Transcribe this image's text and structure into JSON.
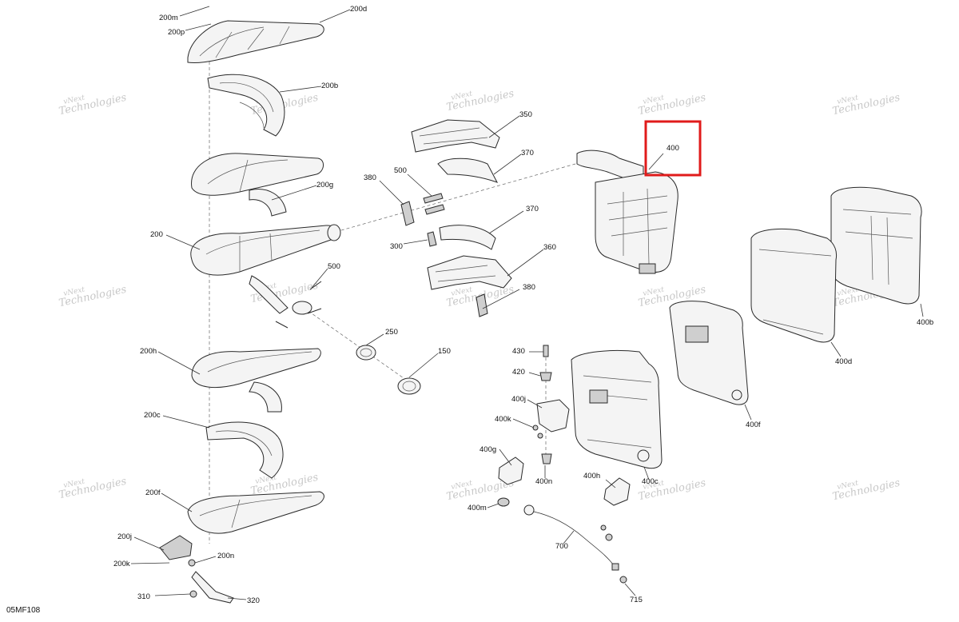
{
  "diagram": {
    "reference_code": "05MF108",
    "watermark": {
      "line1": "vNext",
      "line2": "Technologies"
    },
    "highlight_color": "#e01b1b",
    "callouts": {
      "c200m": "200m",
      "c200p": "200p",
      "c200d": "200d",
      "c200b": "200b",
      "c200g": "200g",
      "c200": "200",
      "c500a": "500",
      "c250": "250",
      "c150": "150",
      "c200h": "200h",
      "c200c": "200c",
      "c200f": "200f",
      "c200j": "200j",
      "c200k": "200k",
      "c200n": "200n",
      "c310": "310",
      "c320": "320",
      "c350": "350",
      "c370a": "370",
      "c380a": "380",
      "c500b": "500",
      "c370b": "370",
      "c300": "300",
      "c360": "360",
      "c380b": "380",
      "c400": "400",
      "c400b": "400b",
      "c400d": "400d",
      "c400f": "400f",
      "c430": "430",
      "c420": "420",
      "c400j": "400j",
      "c400k": "400k",
      "c400g": "400g",
      "c400n": "400n",
      "c400m": "400m",
      "c400h": "400h",
      "c400c": "400c",
      "c700": "700",
      "c715": "715"
    }
  }
}
